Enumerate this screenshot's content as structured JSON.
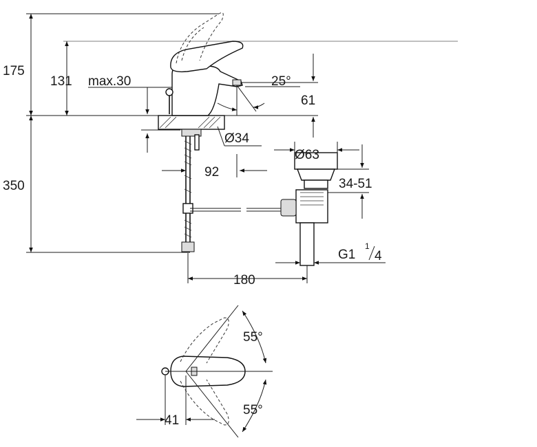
{
  "dimensions": {
    "d175": "175",
    "d131": "131",
    "max30": "max.30",
    "angle25": "25°",
    "d61": "61",
    "dia34": "Ø34",
    "dia63": "Ø63",
    "d92": "92",
    "d350": "350",
    "d34_51": "34-51",
    "thread_main": "G1",
    "thread_num": "1",
    "thread_den": "4",
    "d180": "180",
    "angle55_top": "55°",
    "angle55_bottom": "55°",
    "d41": "41"
  }
}
